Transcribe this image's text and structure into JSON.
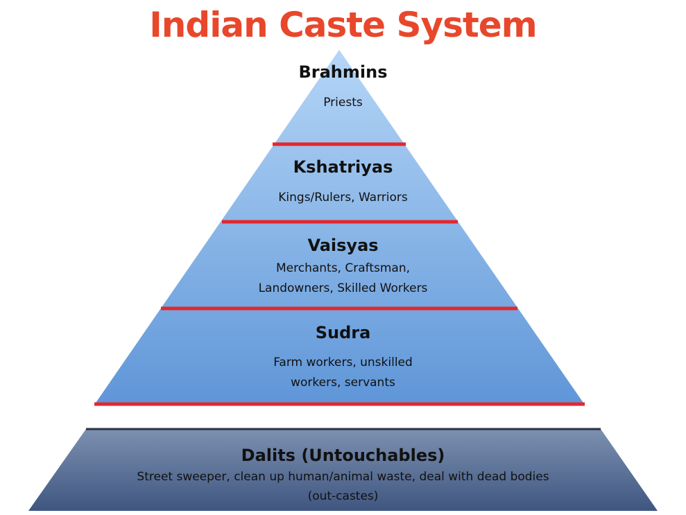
{
  "title": "Indian Caste System",
  "colors": {
    "title": "#e8472b",
    "pyramid_top": "#b5d6f7",
    "pyramid_bottom": "#5f96d8",
    "divider": "#e5262d",
    "base_top": "#7c90b0",
    "base_bottom": "#3f5680",
    "base_edge": "#2b3042"
  },
  "tiers": [
    {
      "name": "Brahmins",
      "description": "Priests"
    },
    {
      "name": "Kshatriyas",
      "description": "Kings/Rulers, Warriors"
    },
    {
      "name": "Vaisyas",
      "description": "Merchants, Craftsman,\nLandowners, Skilled Workers"
    },
    {
      "name": "Sudra",
      "description": "Farm workers, unskilled\nworkers, servants"
    }
  ],
  "base": {
    "name": "Dalits (Untouchables)",
    "description": "Street sweeper, clean up human/animal waste, deal with dead bodies\n(out-castes)"
  }
}
